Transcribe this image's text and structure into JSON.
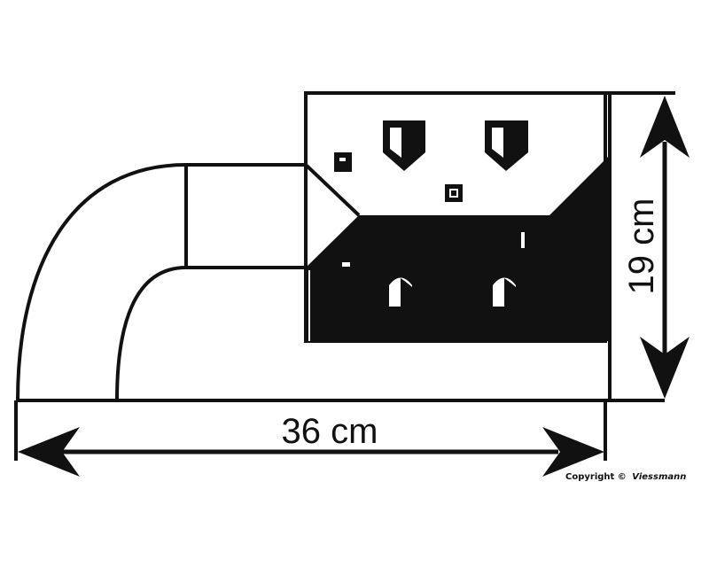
{
  "dimensions": {
    "width_label": "36 cm",
    "height_label": "19 cm"
  },
  "copyright": {
    "text": "Copyright ©",
    "brand": "Viessmann"
  },
  "colors": {
    "ink": "#111111",
    "background": "#ffffff"
  }
}
